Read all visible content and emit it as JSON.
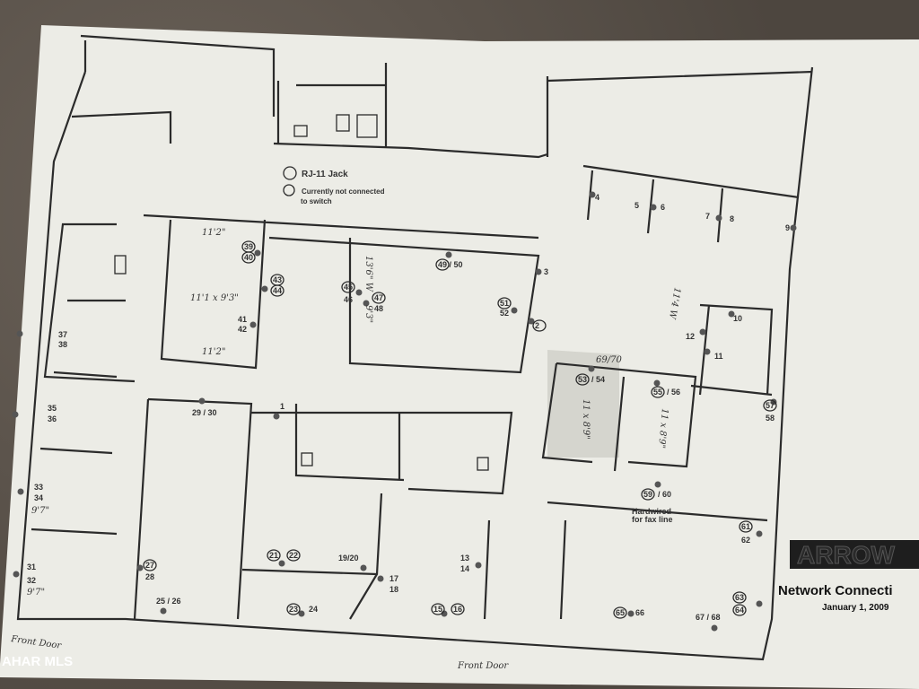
{
  "legend": {
    "jack": "RJ-11 Jack",
    "not_connected_line1": "Currently not connected",
    "not_connected_line2": "to switch"
  },
  "title_block": {
    "logo": "ARROW",
    "title": "Network Connecti",
    "date": "January 1, 2009"
  },
  "notes": {
    "fax": [
      "Hardwired",
      "for fax line"
    ],
    "handwritten_jack": "69/70",
    "front_door_left": "Front Door",
    "front_door_bottom": "Front Door",
    "dims": [
      "11'2\"",
      "11'1 x 9'3\"",
      "11'2\"",
      "13'6\" W",
      "9'3\"",
      "11 x 8'9\"",
      "11 x 8'9\"",
      "9'7\"",
      "9'7\"",
      "11'4 W"
    ]
  },
  "jacks": [
    "39",
    "40",
    "43",
    "44",
    "41",
    "42",
    "45",
    "46",
    "47",
    "48",
    "49 / 50",
    "51",
    "52",
    "3",
    "2",
    "4",
    "5",
    "6",
    "7",
    "8",
    "9",
    "10",
    "12",
    "11",
    "37",
    "38",
    "35",
    "36",
    "33",
    "34",
    "31",
    "32",
    "29 / 30",
    "1",
    "27",
    "28",
    "25 / 26",
    "21",
    "22",
    "19/20",
    "17",
    "18",
    "13",
    "14",
    "23",
    "24",
    "15",
    "16",
    "65",
    "66",
    "67 / 68",
    "63",
    "64",
    "61",
    "62",
    "57",
    "58",
    "53",
    "/ 54",
    "55",
    "/ 56",
    "59",
    "/ 60"
  ],
  "watermark": "AHAR MLS",
  "colors": {
    "paper": "#ecece6",
    "background": "#5d554c",
    "ink": "#2b2b2b"
  }
}
